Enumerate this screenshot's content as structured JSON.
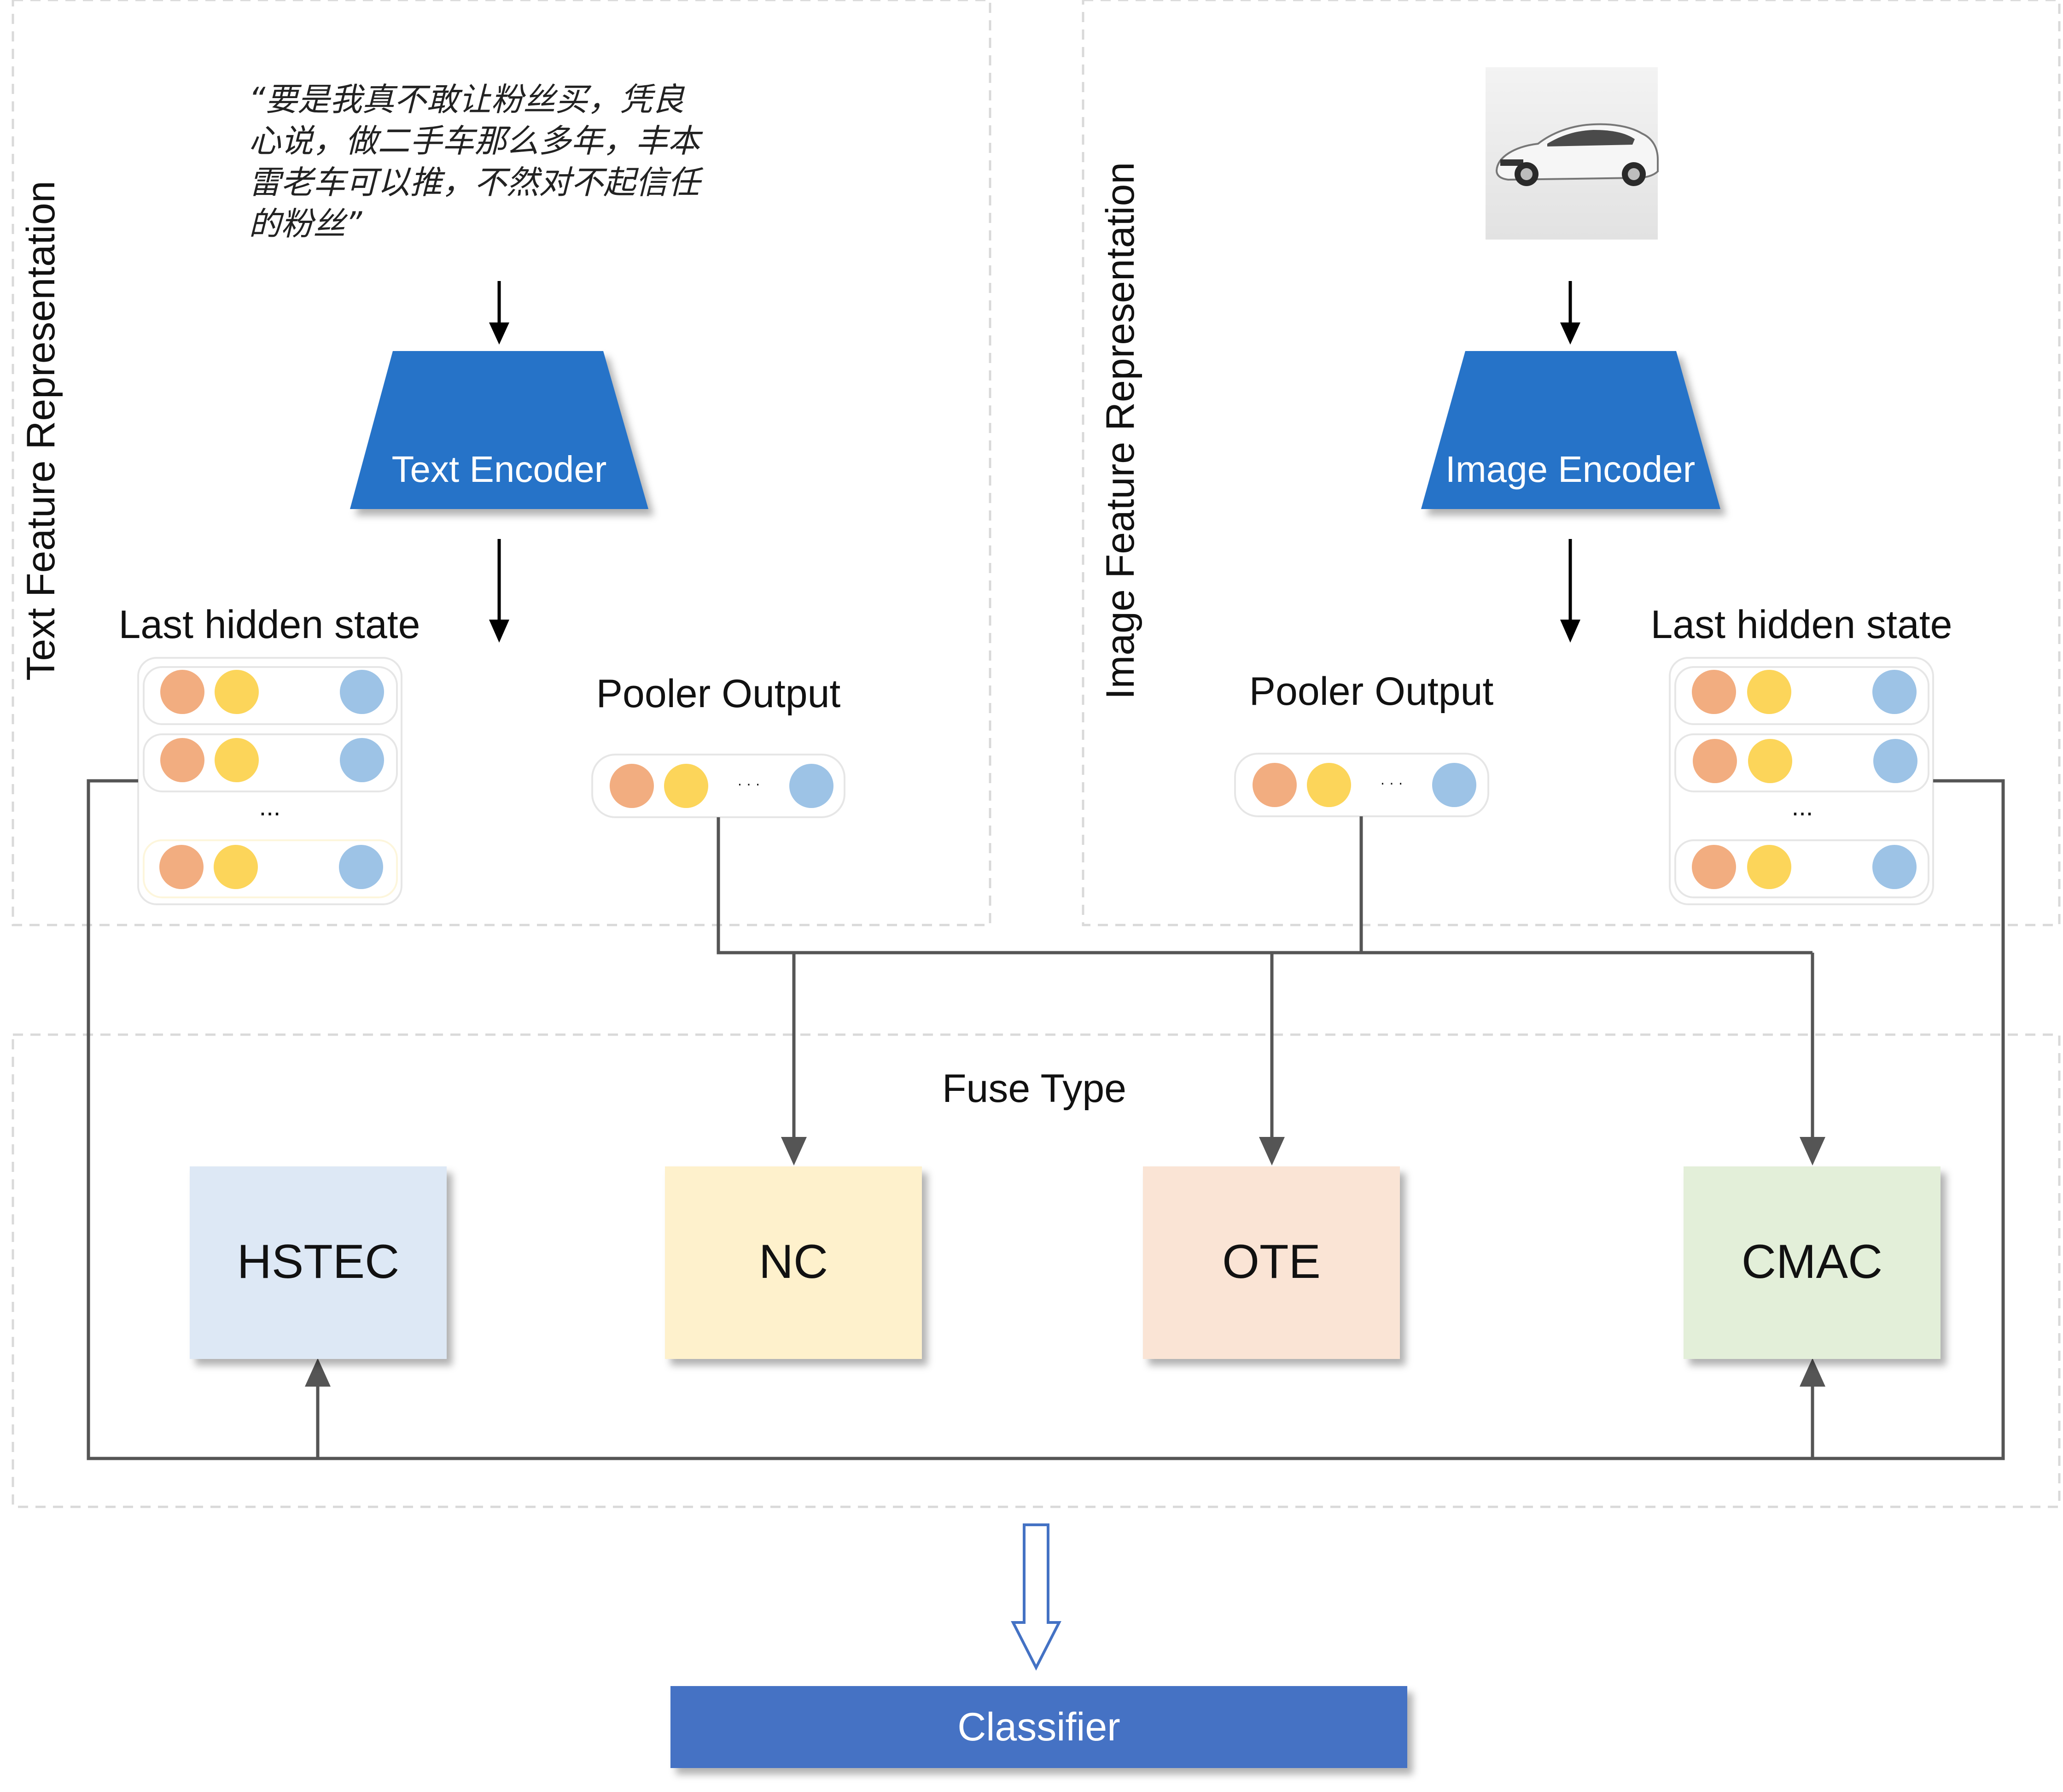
{
  "text_section": {
    "title": "Text Feature Representation",
    "quote_lines": [
      "“要是我真不敢让粉丝买，凭良",
      "心说，做二手车那么多年，丰本",
      "雷老车可以推，不然对不起信任",
      "的粉丝”"
    ],
    "encoder_label": "Text Encoder",
    "last_hidden_label": "Last hidden state",
    "pooler_label": "Pooler Output",
    "ellipsis": "...",
    "pooler_dots": "· · ·"
  },
  "image_section": {
    "title": "Image Feature Representation",
    "encoder_label": "Image Encoder",
    "last_hidden_label": "Last hidden state",
    "pooler_label": "Pooler Output",
    "ellipsis": "...",
    "pooler_dots": "· · ·"
  },
  "fuse": {
    "title": "Fuse Type",
    "modules": [
      {
        "label": "HSTEC",
        "color": "#dde8f5"
      },
      {
        "label": "NC",
        "color": "#fef1cc"
      },
      {
        "label": "OTE",
        "color": "#fae4d5"
      },
      {
        "label": "CMAC",
        "color": "#e3efd9"
      }
    ]
  },
  "classifier": {
    "label": "Classifier",
    "color": "#4472c4"
  },
  "colors": {
    "encoder": "#2873c8",
    "dot_orange": "#f2ad80",
    "dot_yellow": "#fcd55a",
    "dot_blue": "#9dc3e6",
    "line": "#555555",
    "dashed_border": "#d9d9d9"
  }
}
